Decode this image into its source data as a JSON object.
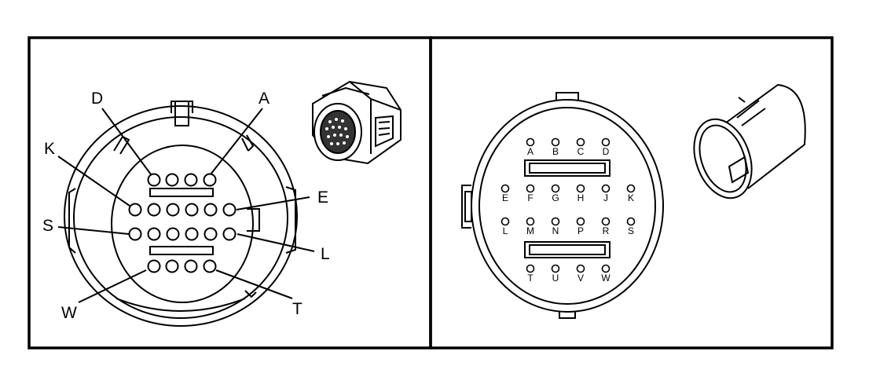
{
  "left_panel": {
    "callouts": [
      {
        "id": "D",
        "label": "D"
      },
      {
        "id": "A",
        "label": "A"
      },
      {
        "id": "K",
        "label": "K"
      },
      {
        "id": "E",
        "label": "E"
      },
      {
        "id": "S",
        "label": "S"
      },
      {
        "id": "L",
        "label": "L"
      },
      {
        "id": "W",
        "label": "W"
      },
      {
        "id": "T",
        "label": "T"
      }
    ]
  },
  "right_panel": {
    "pin_rows": [
      [
        "A",
        "B",
        "C",
        "D"
      ],
      [
        "E",
        "F",
        "G",
        "H",
        "J",
        "K"
      ],
      [
        "L",
        "M",
        "N",
        "P",
        "R",
        "S"
      ],
      [
        "T",
        "U",
        "V",
        "W"
      ]
    ]
  },
  "colors": {
    "line": "#000000",
    "background": "#ffffff"
  }
}
